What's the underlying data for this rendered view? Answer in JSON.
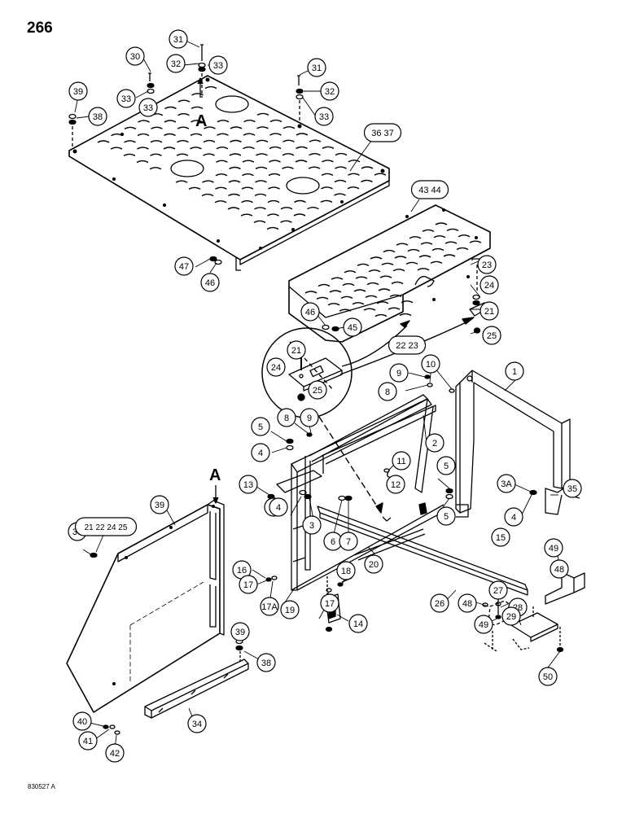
{
  "page_number": "266",
  "figure_code": "830527 A",
  "section_marks": [
    "A",
    "A"
  ],
  "callouts": [
    "31",
    "30",
    "32",
    "33",
    "33",
    "31",
    "32",
    "39",
    "38",
    "33",
    "33",
    "36 37",
    "43 44",
    "47",
    "46",
    "23",
    "24",
    "21",
    "25",
    "46",
    "45",
    "22 23",
    "21",
    "24",
    "25",
    "10",
    "9",
    "8",
    "1",
    "8",
    "9",
    "5",
    "4",
    "2",
    "11",
    "5",
    "12",
    "13",
    "5",
    "3",
    "4",
    "6",
    "7",
    "5",
    "4",
    "3A",
    "35",
    "39",
    "38",
    "21 22 24 25",
    "15",
    "16",
    "17",
    "17A",
    "19",
    "18",
    "17",
    "14",
    "20",
    "26",
    "27",
    "28",
    "48",
    "49",
    "48",
    "49",
    "29",
    "50",
    "39",
    "38",
    "34",
    "40",
    "41",
    "42"
  ]
}
